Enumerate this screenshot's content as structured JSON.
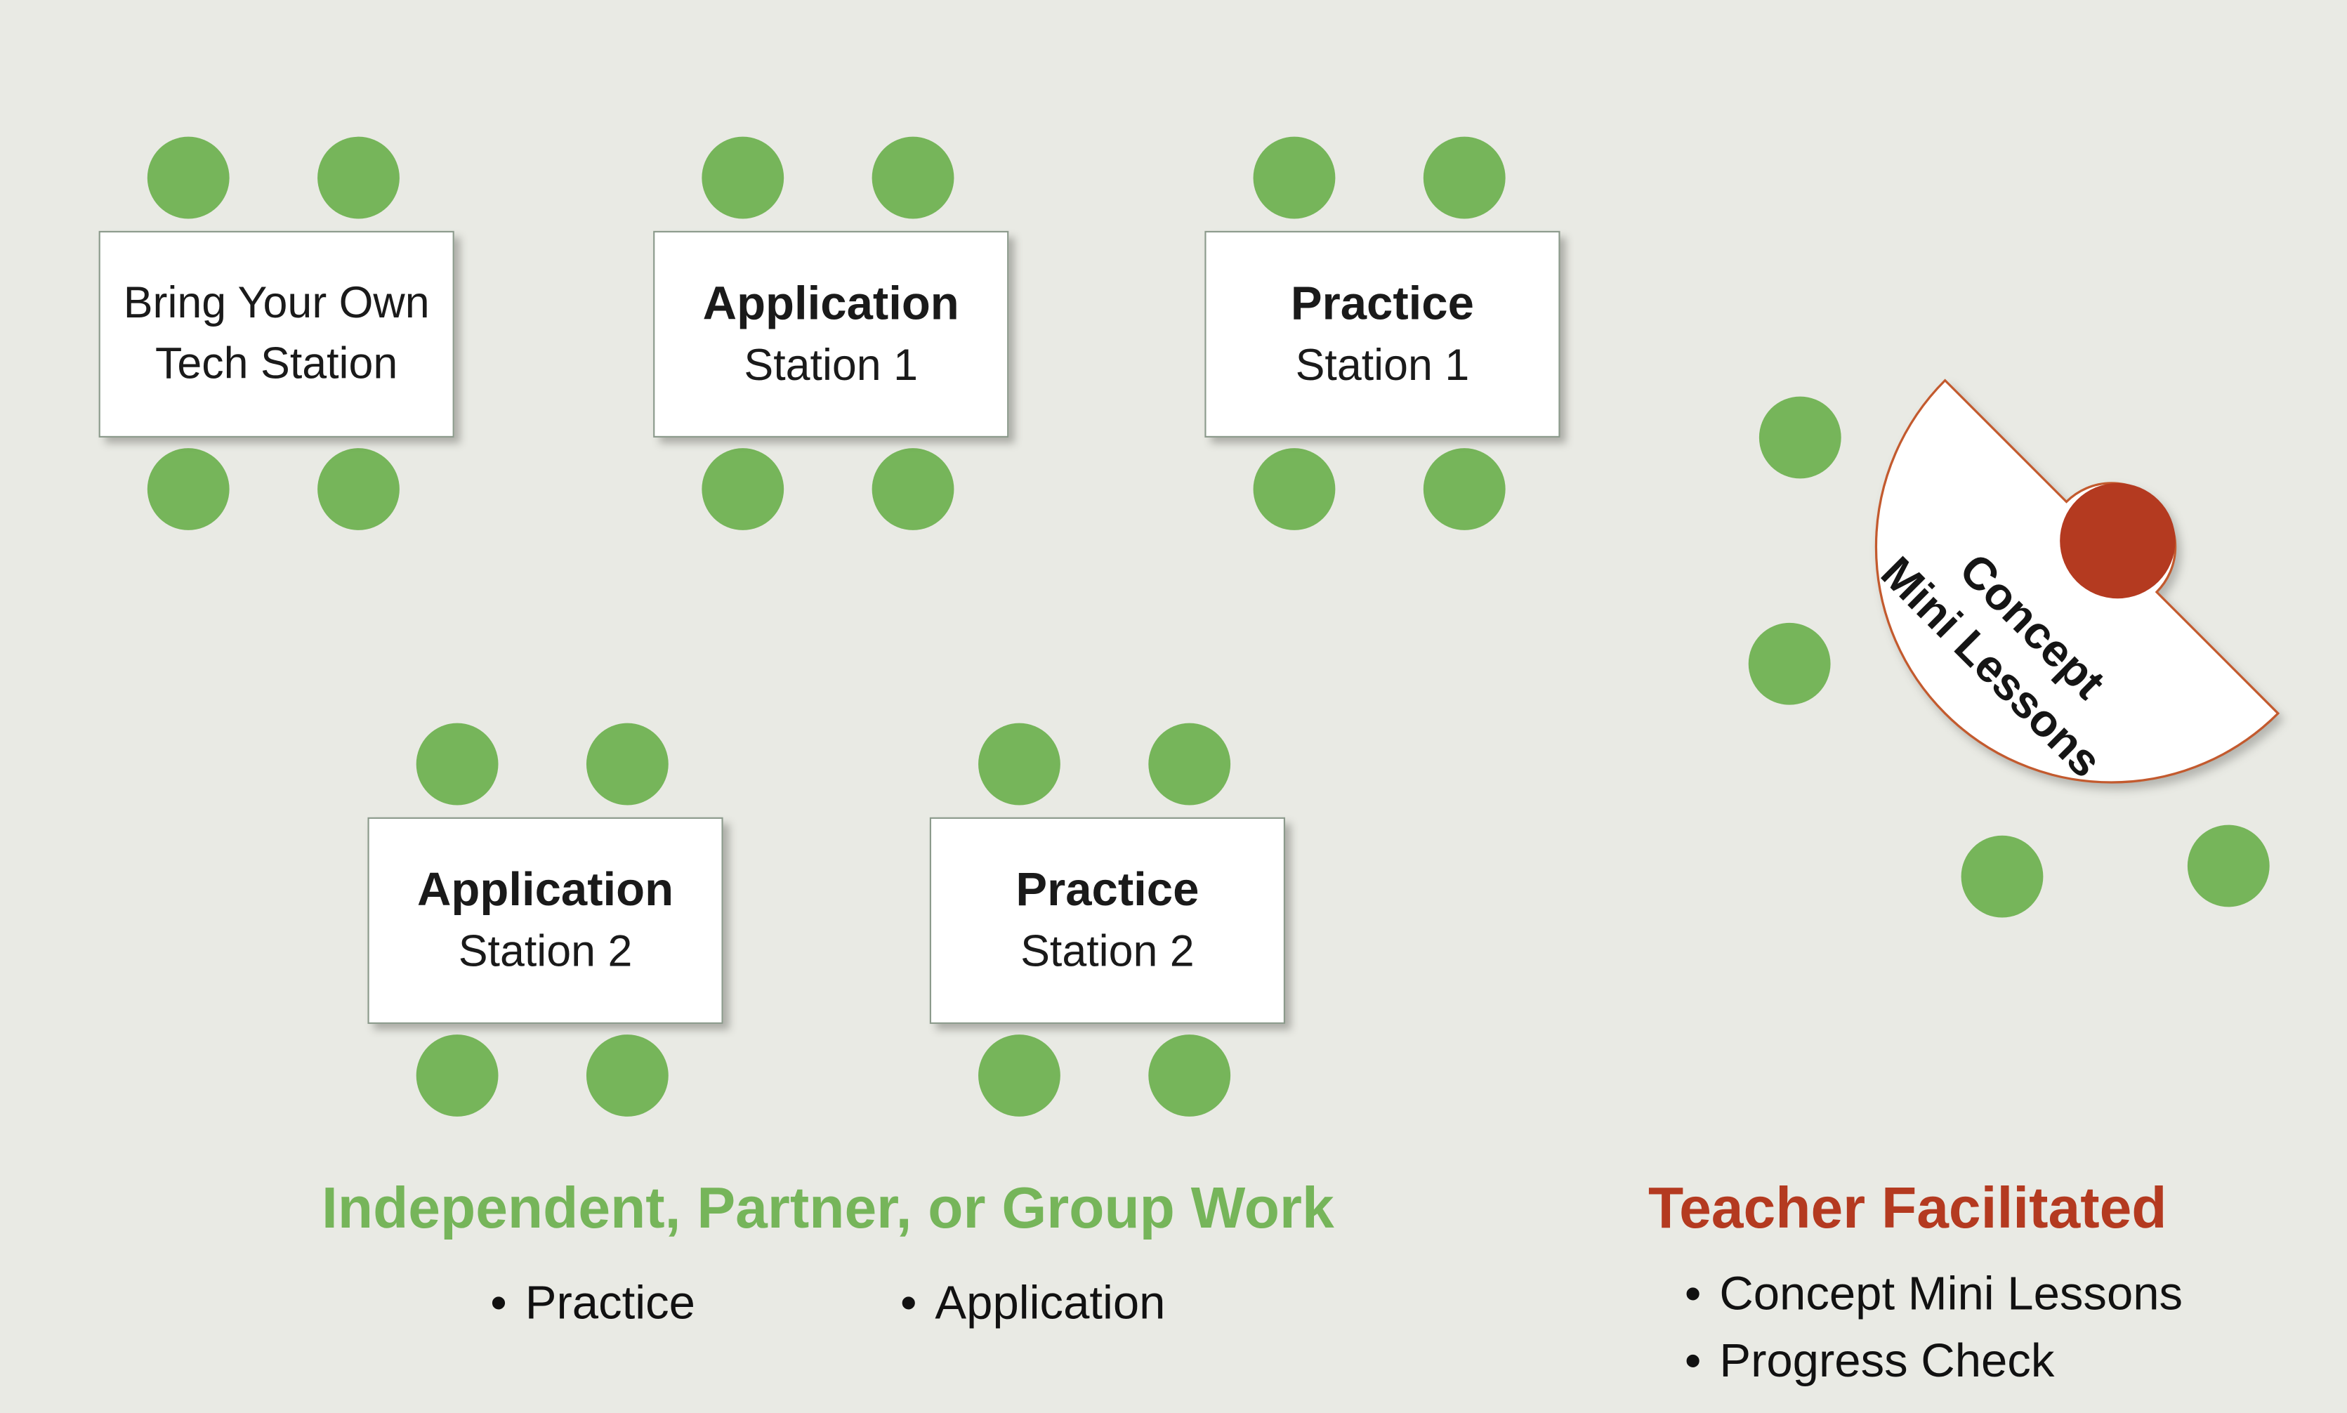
{
  "colors": {
    "background": "#e9eae4",
    "seat_green": "#76b55a",
    "teacher_red": "#b43a20",
    "table_border": "#c35a2e",
    "heading_green": "#76b55a",
    "heading_red": "#b43a20"
  },
  "stations": [
    {
      "line1": "Bring Your Own",
      "line2": "Tech Station"
    },
    {
      "line1": "Application",
      "line2": "Station 1"
    },
    {
      "line1": "Practice",
      "line2": "Station 1"
    },
    {
      "line1": "Application",
      "line2": "Station 2"
    },
    {
      "line1": "Practice",
      "line2": "Station 2"
    }
  ],
  "teacher_table": {
    "line1": "Concept",
    "line2": "Mini Lessons"
  },
  "legend_left": {
    "title": "Independent, Partner, or Group Work",
    "items": [
      "Practice",
      "Application"
    ]
  },
  "legend_right": {
    "title": "Teacher Facilitated",
    "items": [
      "Concept Mini Lessons",
      "Progress Check"
    ]
  }
}
